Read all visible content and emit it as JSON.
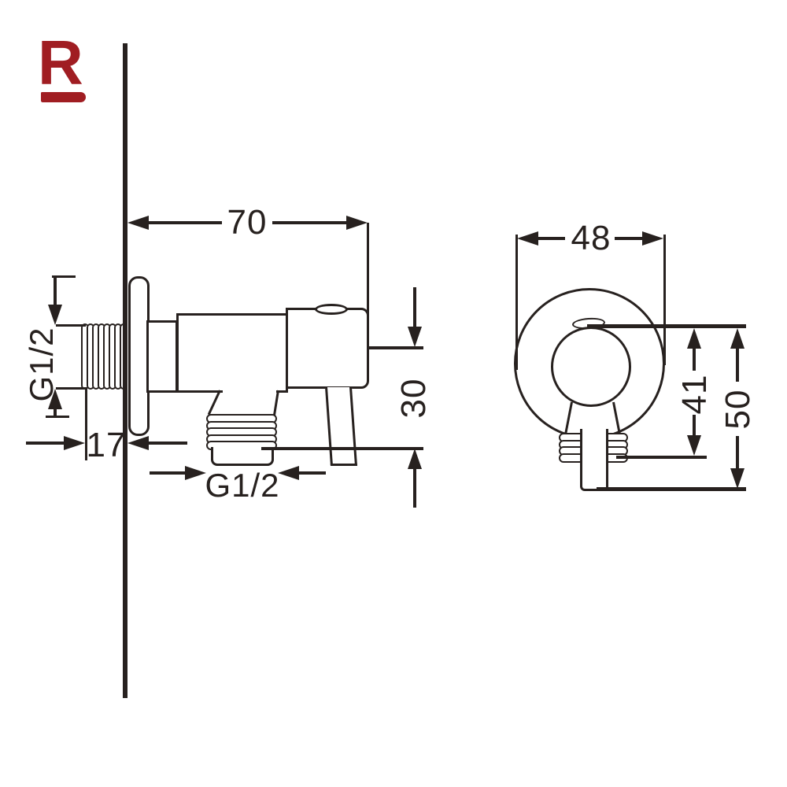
{
  "brand": {
    "logo_letter": "R"
  },
  "colors": {
    "ink": "#27211f",
    "logo_red": "#a01d22",
    "background": "#ffffff"
  },
  "views": {
    "side_view": {
      "title": "side view of wall-mounted angle valve",
      "dims": {
        "depth_from_wall": "70",
        "inlet_thread_size": "G1/2",
        "inlet_thread_length": "17",
        "outlet_thread_size": "G1/2",
        "outlet_drop": "30"
      }
    },
    "front_view": {
      "title": "front view of wall-mounted angle valve",
      "dims": {
        "escutcheon_diameter": "48",
        "axis_to_thread_end": "41",
        "axis_to_outlet_end": "50"
      }
    }
  }
}
